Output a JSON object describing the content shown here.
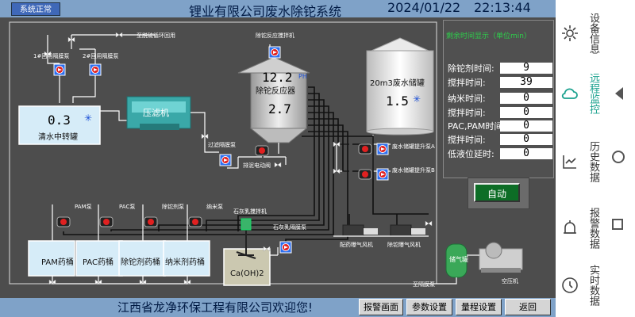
{
  "header": {
    "status_badge": "系统正常",
    "title": "锂业有限公司废水除铊系统",
    "date": "2024/01/22",
    "time": "22:13:44"
  },
  "side_nav": [
    {
      "label": "设备信息",
      "icon": "gear-icon",
      "active": false
    },
    {
      "label": "远程监控",
      "icon": "cloud-icon",
      "active": true
    },
    {
      "label": "历史数据",
      "icon": "chart-icon",
      "active": false
    },
    {
      "label": "报警数据",
      "icon": "alarm-icon",
      "active": false
    },
    {
      "label": "实时数据",
      "icon": "clock-icon",
      "active": false
    }
  ],
  "panel": {
    "header": "剩余时间显示（单位min）",
    "rows": [
      {
        "label": "除铊剂时间:",
        "value": "9"
      },
      {
        "label": "搅拌时间:",
        "value": "39"
      },
      {
        "label": "纳米时间:",
        "value": "0"
      },
      {
        "label": "搅拌时间:",
        "value": "0"
      },
      {
        "label": "PAC,PAM时间:",
        "value": "0"
      },
      {
        "label": "搅拌时间:",
        "value": "0"
      },
      {
        "label": "低液位延时:",
        "value": "0"
      }
    ],
    "auto_label": "自动"
  },
  "process": {
    "to_desulfur": "至脱硫循环回用",
    "reuse_pump_1": "1#回用隔膜泵",
    "reuse_pump_2": "2#回用隔膜泵",
    "clear_tank_value": "0.3",
    "clear_tank_label": "清水中转罐",
    "filter_press": "压滤机",
    "filter_pump": "过滤隔膜泵",
    "sludge_valve": "排泥电动阀",
    "reactor_mixer": "除铊反应搅拌机",
    "reactor_label": "除铊反应器",
    "ph_value": "12.2",
    "ph_unit": "PH",
    "reactor_level": "2.7",
    "waste_tank_label": "20m3废水储罐",
    "waste_tank_value": "1.5",
    "lift_pump_a": "废水储罐提升泵A",
    "lift_pump_b": "废水储罐提升泵B",
    "pam_pump": "PAM泵",
    "pac_pump": "PAC泵",
    "agent_pump": "除铊剂泵",
    "nano_pump": "纳米泵",
    "pam_tank": "PAM药桶",
    "pac_tank": "PAC药桶",
    "agent_tank": "除铊剂药桶",
    "nano_tank": "纳米剂药桶",
    "lime_mixer": "石灰乳搅拌机",
    "lime_pump": "石灰乳隔膜泵",
    "lime_tank": "Ca(OH)2",
    "dosing_fan": "配药曝气风机",
    "removal_fan": "除铊曝气风机",
    "gas_tank": "储气罐",
    "compressor": "空压机",
    "to_diaphragm": "至隔膜泵"
  },
  "footer": {
    "marquee": "江西省龙净环保工程有限公司欢迎您!",
    "buttons": [
      "报警画面",
      "参数设置",
      "量程设置",
      "返回"
    ]
  },
  "colors": {
    "accent": "#1aa18e",
    "bar": "#7fa2c8",
    "auto": "#0d6d26",
    "pump_blue": "#2d6ff0",
    "motor_red": "#e02020"
  }
}
